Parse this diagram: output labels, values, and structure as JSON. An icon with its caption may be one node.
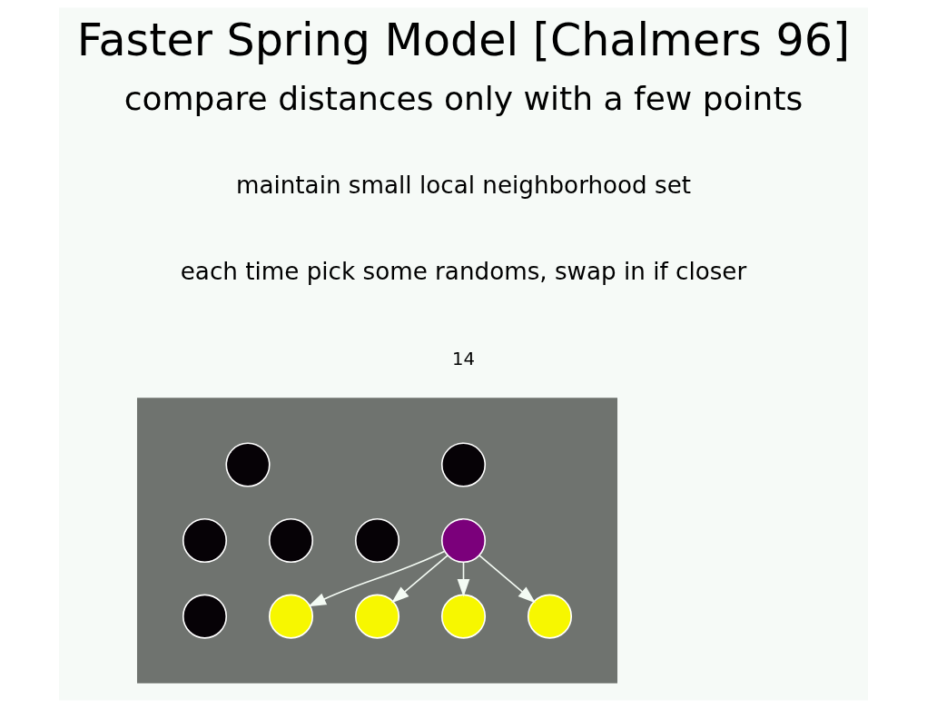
{
  "diagram": {
    "title": "Faster Spring Model [Chalmers 96]",
    "nodes": [
      {
        "text": [],
        "shape": "box"
      },
      {
        "text": [],
        "shape": "circle",
        "in": 0
      },
      {
        "text": [],
        "shape": "circle",
        "in": 0
      },
      {
        "text": [],
        "shape": "circle",
        "in": 0
      },
      {
        "text": [],
        "shape": "circle",
        "in": 0
      },
      {
        "text": [],
        "shape": "circle",
        "in": 0
      },
      {
        "text": [],
        "shape": "circle",
        "in": 0
      },
      {
        "text": [],
        "shape": "circle",
        "in": 0
      },
      {
        "text": [],
        "shape": "circle",
        "in": 0
      },
      {
        "text": [],
        "shape": "circle",
        "in": 0
      },
      {
        "text": [],
        "shape": "circle",
        "in": 0
      },
      {
        "text": [],
        "shape": "circle",
        "in": 0
      }
    ],
    "edges": [
      {
        "from": 6,
        "to": 3,
        "arrow": "to"
      },
      {
        "from": 6,
        "to": 10,
        "arrow": "to"
      },
      {
        "from": 6,
        "to": 11,
        "arrow": "to"
      },
      {
        "from": 6,
        "to": 7,
        "arrow": "to"
      }
    ],
    "labels": [
      "compare distances only with a few points",
      "maintain small local neighborhood set",
      "each time pick some randoms, swap in if closer",
      "14"
    ]
  }
}
